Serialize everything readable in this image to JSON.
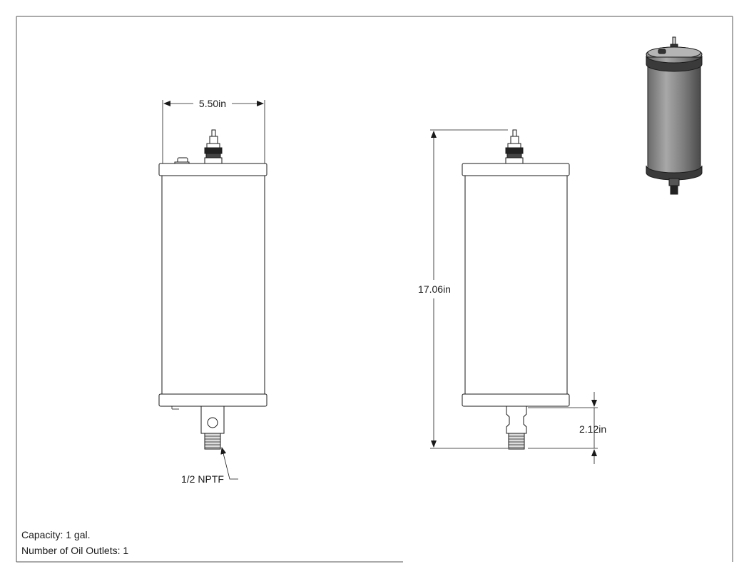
{
  "dimensions": {
    "width_label": "5.50in",
    "height_label": "17.06in",
    "outlet_height_label": "2.12in",
    "thread_label": "1/2 NPTF"
  },
  "notes": {
    "capacity": "Capacity: 1 gal.",
    "outlets": "Number of Oil Outlets: 1"
  },
  "colors": {
    "line": "#1a1a1a",
    "iso_body": "#7d7d7d",
    "iso_cap": "#3a3a3a"
  }
}
